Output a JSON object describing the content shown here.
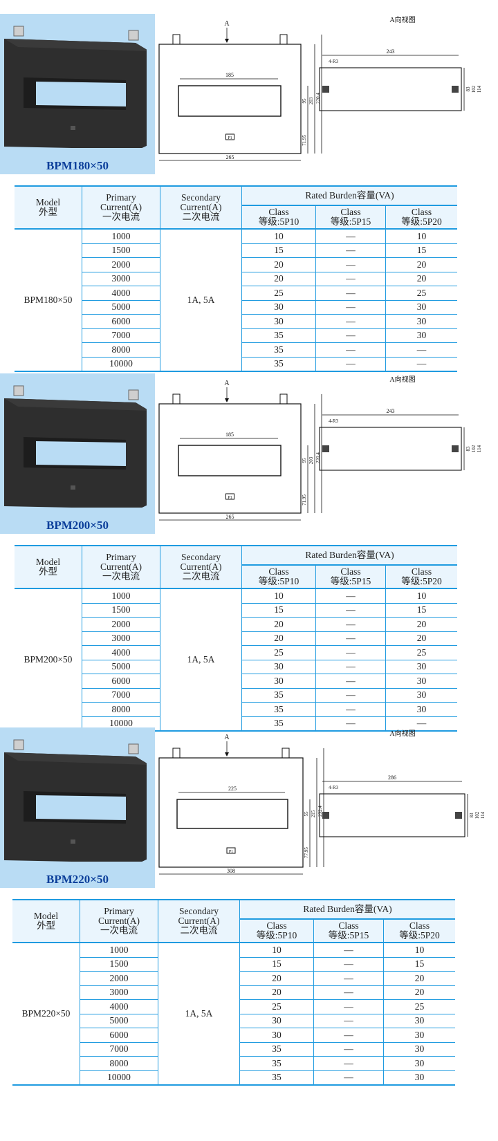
{
  "colors": {
    "photo_bg": "#b9dcf4",
    "model_label": "#0b3e9a",
    "table_border": "#1f9be0",
    "header_bg": "#eaf5fd",
    "device_body": "#2b2b2b"
  },
  "table_headers": {
    "model": [
      "Model",
      "外型"
    ],
    "primary": [
      "Primary",
      "Current(A)",
      "一次电流"
    ],
    "secondary": [
      "Secondary",
      "Current(A)",
      "二次电流"
    ],
    "rated_burden": "Rated Burden容量(VA)",
    "class_5p10": [
      "Class",
      "等级:5P10"
    ],
    "class_5p15": [
      "Class",
      "等级:5P15"
    ],
    "class_5p20": [
      "Class",
      "等级:5P20"
    ]
  },
  "sections": [
    {
      "model": "BPM180×50",
      "secondary_current": "1A, 5A",
      "drawing": {
        "arrow_label": "A",
        "view_title": "A向视图",
        "terminal_label": "P1",
        "window_width": "185",
        "window_height": "95",
        "inner_height": "203",
        "total_height": "220.4",
        "bottom_offset": "71.95",
        "total_width": "265",
        "side_length": "243",
        "hole_label": "4-R3",
        "side_h1": "83",
        "side_h2": "102",
        "side_h3": "114"
      },
      "rows": [
        {
          "primary": "1000",
          "p10": "10",
          "p15": "—",
          "p20": "10"
        },
        {
          "primary": "1500",
          "p10": "15",
          "p15": "—",
          "p20": "15"
        },
        {
          "primary": "2000",
          "p10": "20",
          "p15": "—",
          "p20": "20"
        },
        {
          "primary": "3000",
          "p10": "20",
          "p15": "—",
          "p20": "20"
        },
        {
          "primary": "4000",
          "p10": "25",
          "p15": "—",
          "p20": "25"
        },
        {
          "primary": "5000",
          "p10": "30",
          "p15": "—",
          "p20": "30"
        },
        {
          "primary": "6000",
          "p10": "30",
          "p15": "—",
          "p20": "30"
        },
        {
          "primary": "7000",
          "p10": "35",
          "p15": "—",
          "p20": "30"
        },
        {
          "primary": "8000",
          "p10": "35",
          "p15": "—",
          "p20": "—"
        },
        {
          "primary": "10000",
          "p10": "35",
          "p15": "—",
          "p20": "—"
        }
      ]
    },
    {
      "model": "BPM200×50",
      "secondary_current": "1A, 5A",
      "drawing": {
        "arrow_label": "A",
        "view_title": "A向视图",
        "terminal_label": "P1",
        "window_width": "185",
        "window_height": "95",
        "inner_height": "203",
        "total_height": "220.4",
        "bottom_offset": "71.95",
        "total_width": "265",
        "side_length": "243",
        "hole_label": "4-R3",
        "side_h1": "83",
        "side_h2": "102",
        "side_h3": "114"
      },
      "rows": [
        {
          "primary": "1000",
          "p10": "10",
          "p15": "—",
          "p20": "10"
        },
        {
          "primary": "1500",
          "p10": "15",
          "p15": "—",
          "p20": "15"
        },
        {
          "primary": "2000",
          "p10": "20",
          "p15": "—",
          "p20": "20"
        },
        {
          "primary": "3000",
          "p10": "20",
          "p15": "—",
          "p20": "20"
        },
        {
          "primary": "4000",
          "p10": "25",
          "p15": "—",
          "p20": "25"
        },
        {
          "primary": "5000",
          "p10": "30",
          "p15": "—",
          "p20": "30"
        },
        {
          "primary": "6000",
          "p10": "30",
          "p15": "—",
          "p20": "30"
        },
        {
          "primary": "7000",
          "p10": "35",
          "p15": "—",
          "p20": "30"
        },
        {
          "primary": "8000",
          "p10": "35",
          "p15": "—",
          "p20": "30"
        },
        {
          "primary": "10000",
          "p10": "35",
          "p15": "—",
          "p20": "—"
        }
      ]
    },
    {
      "model": "BPM220×50",
      "secondary_current": "1A, 5A",
      "drawing": {
        "arrow_label": "A",
        "view_title": "A向视图",
        "terminal_label": "P1",
        "window_width": "225",
        "window_height": "55",
        "inner_height": "215",
        "total_height": "232.4",
        "bottom_offset": "77.95",
        "total_width": "308",
        "side_length": "286",
        "hole_label": "4-R3",
        "side_h1": "83",
        "side_h2": "102",
        "side_h3": "114"
      },
      "rows": [
        {
          "primary": "1000",
          "p10": "10",
          "p15": "—",
          "p20": "10"
        },
        {
          "primary": "1500",
          "p10": "15",
          "p15": "—",
          "p20": "15"
        },
        {
          "primary": "2000",
          "p10": "20",
          "p15": "—",
          "p20": "20"
        },
        {
          "primary": "3000",
          "p10": "20",
          "p15": "—",
          "p20": "20"
        },
        {
          "primary": "4000",
          "p10": "25",
          "p15": "—",
          "p20": "25"
        },
        {
          "primary": "5000",
          "p10": "30",
          "p15": "—",
          "p20": "30"
        },
        {
          "primary": "6000",
          "p10": "30",
          "p15": "—",
          "p20": "30"
        },
        {
          "primary": "7000",
          "p10": "35",
          "p15": "—",
          "p20": "30"
        },
        {
          "primary": "8000",
          "p10": "35",
          "p15": "—",
          "p20": "30"
        },
        {
          "primary": "10000",
          "p10": "35",
          "p15": "—",
          "p20": "30"
        }
      ]
    }
  ]
}
